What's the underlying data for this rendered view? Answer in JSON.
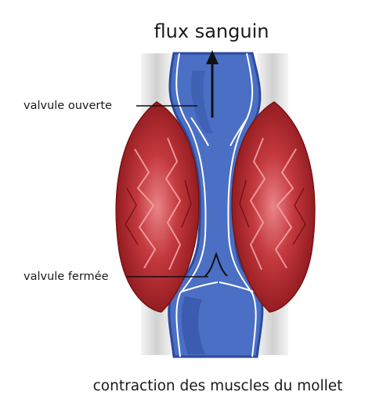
{
  "title": "flux sanguin",
  "labels": {
    "open_valve": "valvule ouverte",
    "closed_valve": "valvule fermée"
  },
  "caption": "contraction des muscles du mollet",
  "colors": {
    "muscle_dark": "#8f1b1f",
    "muscle_mid": "#b83237",
    "muscle_light": "#e07a7c",
    "vein_blue": "#4a6fc4",
    "vein_dark": "#2c4a9c",
    "vein_outline": "#ffffff",
    "tissue_grey": "#d9d9d9",
    "arrow": "#111111"
  }
}
